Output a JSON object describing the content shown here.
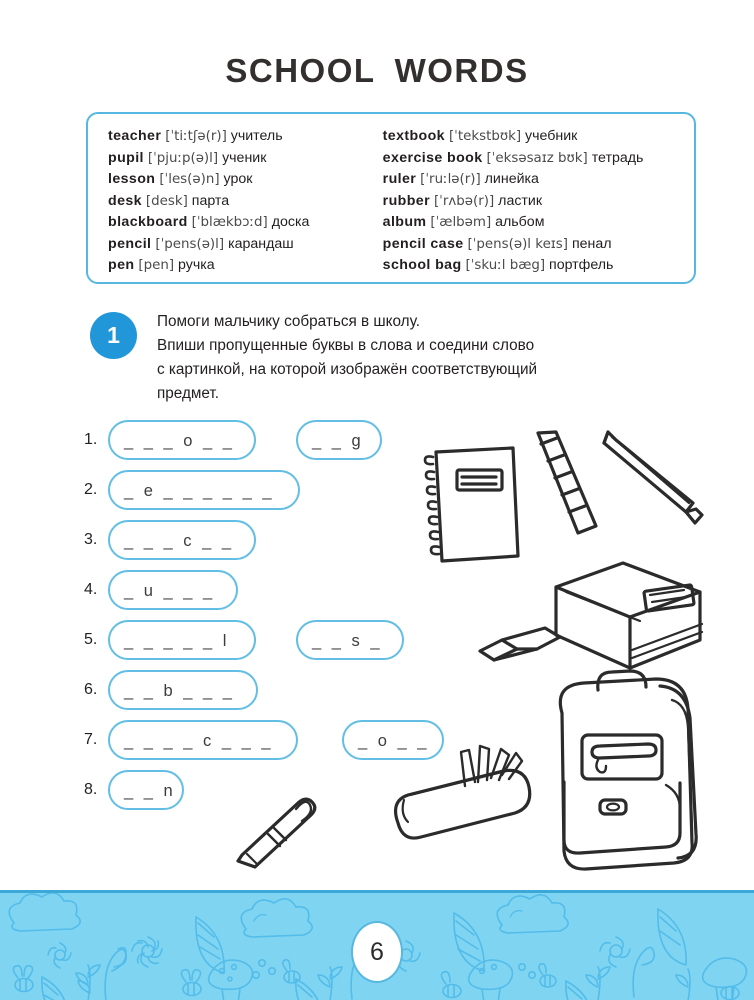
{
  "page": {
    "title": "SCHOOL  WORDS",
    "page_number": "6",
    "accent_color": "#56b7e0",
    "badge_color": "#2196d8",
    "footer_color": "#7fd4f2"
  },
  "vocabulary": {
    "left_column": [
      {
        "word": "teacher",
        "ipa": "[ˈtiːtʃə(r)]",
        "translation": "учитель"
      },
      {
        "word": "pupil",
        "ipa": "[ˈpjuːp(ə)l]",
        "translation": "ученик"
      },
      {
        "word": "lesson",
        "ipa": "[ˈles(ə)n]",
        "translation": "урок"
      },
      {
        "word": "desk",
        "ipa": "[desk]",
        "translation": "парта"
      },
      {
        "word": "blackboard",
        "ipa": "[ˈblækbɔːd]",
        "translation": "доска"
      },
      {
        "word": "pencil",
        "ipa": "[ˈpens(ə)l]",
        "translation": "карандаш"
      },
      {
        "word": "pen",
        "ipa": "[pen]",
        "translation": "ручка"
      }
    ],
    "right_column": [
      {
        "word": "textbook",
        "ipa": "[ˈtekstbʊk]",
        "translation": "учебник"
      },
      {
        "word": "exercise book",
        "ipa": "[ˈeksəsaɪz bʊk]",
        "translation": "тетрадь"
      },
      {
        "word": "ruler",
        "ipa": "[ˈruːlə(r)]",
        "translation": "линейка"
      },
      {
        "word": "rubber",
        "ipa": "[ˈrʌbə(r)]",
        "translation": "ластик"
      },
      {
        "word": "album",
        "ipa": "[ˈælbəm]",
        "translation": "альбом"
      },
      {
        "word": "pencil case",
        "ipa": "[ˈpens(ə)l keɪs]",
        "translation": "пенал"
      },
      {
        "word": "school bag",
        "ipa": "[ˈskuːl bæg]",
        "translation": "портфель"
      }
    ]
  },
  "task": {
    "number": "1",
    "line1": "Помоги мальчику собраться в школу.",
    "line2": "Впиши пропущенные буквы в слова и соедини слово",
    "line3": "с картинкой, на которой изображён соответствующий",
    "line4": "предмет."
  },
  "answer_rows": [
    {
      "num": "1.",
      "main": "_ _ _ o _ _",
      "extra": "_ _ g"
    },
    {
      "num": "2.",
      "main": "_ e _ _ _ _ _ _",
      "extra": null
    },
    {
      "num": "3.",
      "main": "_ _ _ c _ _",
      "extra": null
    },
    {
      "num": "4.",
      "main": "_ u _ _ _",
      "extra": null
    },
    {
      "num": "5.",
      "main": "_ _ _ _ _ l",
      "extra": "_ _ s _"
    },
    {
      "num": "6.",
      "main": "_ _ b _ _ _",
      "extra": null
    },
    {
      "num": "7.",
      "main": "_ _ _ _ c _ _ _",
      "extra": "_ o _ _"
    },
    {
      "num": "8.",
      "main": "_ _ n",
      "extra": null
    }
  ],
  "illustrations": [
    {
      "name": "exercise-book-spiral-notebook"
    },
    {
      "name": "ruler"
    },
    {
      "name": "pencil"
    },
    {
      "name": "textbook"
    },
    {
      "name": "rubber-eraser"
    },
    {
      "name": "pencil-case"
    },
    {
      "name": "school-bag-backpack"
    },
    {
      "name": "pen"
    }
  ]
}
